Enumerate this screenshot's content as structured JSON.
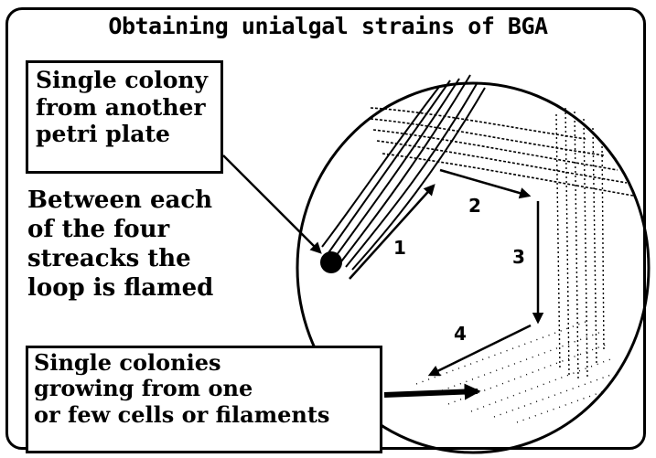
{
  "title": "Obtaining  unialgal strains of BGA",
  "source_box": {
    "lines": [
      "Single colony",
      "from another",
      "petri plate"
    ]
  },
  "note": {
    "lines": [
      "Between each",
      "of the four",
      "streacks the",
      "loop is flamed"
    ]
  },
  "result_box": {
    "lines": [
      "Single colonies",
      "growing from one",
      "or few cells or filaments"
    ]
  },
  "streak_steps": [
    "1",
    "2",
    "3",
    "4"
  ]
}
